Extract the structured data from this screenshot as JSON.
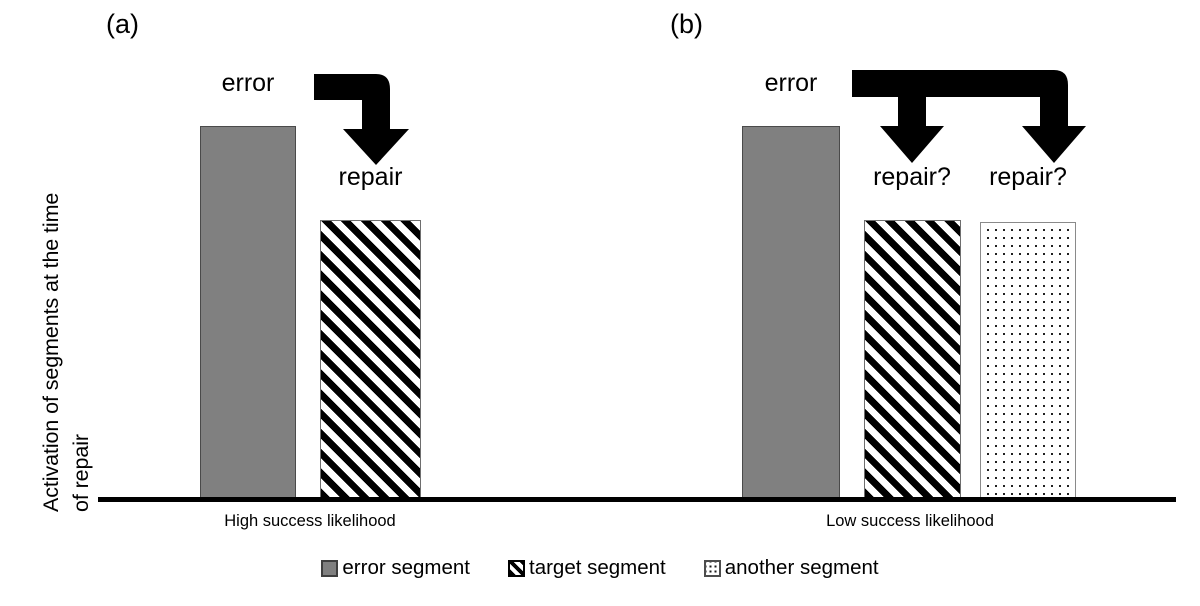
{
  "chart_data": {
    "type": "bar",
    "title": "",
    "xlabel": "",
    "ylabel_line1": "Activation of segments at the time",
    "ylabel_line2": "of repair",
    "ylim": [
      0,
      100
    ],
    "grid": false,
    "legend_position": "bottom-center",
    "panels": [
      {
        "letter": "(a)",
        "category": "High success likelihood",
        "arrow": "elbow-down-arrow",
        "bars": [
          {
            "series": "error segment",
            "pattern": "solid-gray",
            "value": 80,
            "top_label": "error"
          },
          {
            "series": "target segment",
            "pattern": "diagonal-hatch",
            "value": 62,
            "top_label": "repair"
          }
        ]
      },
      {
        "letter": "(b)",
        "category": "Low success likelihood",
        "arrow": "forked-down-arrow",
        "bars": [
          {
            "series": "error segment",
            "pattern": "solid-gray",
            "value": 80,
            "top_label": "error"
          },
          {
            "series": "target segment",
            "pattern": "diagonal-hatch",
            "value": 62,
            "top_label": "repair?"
          },
          {
            "series": "another segment",
            "pattern": "dotted",
            "value": 61,
            "top_label": "repair?"
          }
        ]
      }
    ],
    "series": [
      {
        "name": "error segment",
        "values": [
          80,
          80
        ]
      },
      {
        "name": "target segment",
        "values": [
          62,
          62
        ]
      },
      {
        "name": "another segment",
        "values": [
          null,
          61
        ]
      }
    ],
    "categories": [
      "High success likelihood",
      "Low success likelihood"
    ],
    "legend": [
      {
        "label": "error segment",
        "swatch": "solid-gray-square",
        "color": "#808080"
      },
      {
        "label": "target segment",
        "swatch": "diagonal-hatch-square",
        "color": "#000000"
      },
      {
        "label": "another segment",
        "swatch": "dotted-square",
        "color": "#1a1a1a"
      }
    ]
  },
  "colors": {
    "bar_gray": "#808080",
    "axis": "#000000",
    "hatch": "#000000",
    "dots": "#1a1a1a",
    "background": "#ffffff"
  }
}
